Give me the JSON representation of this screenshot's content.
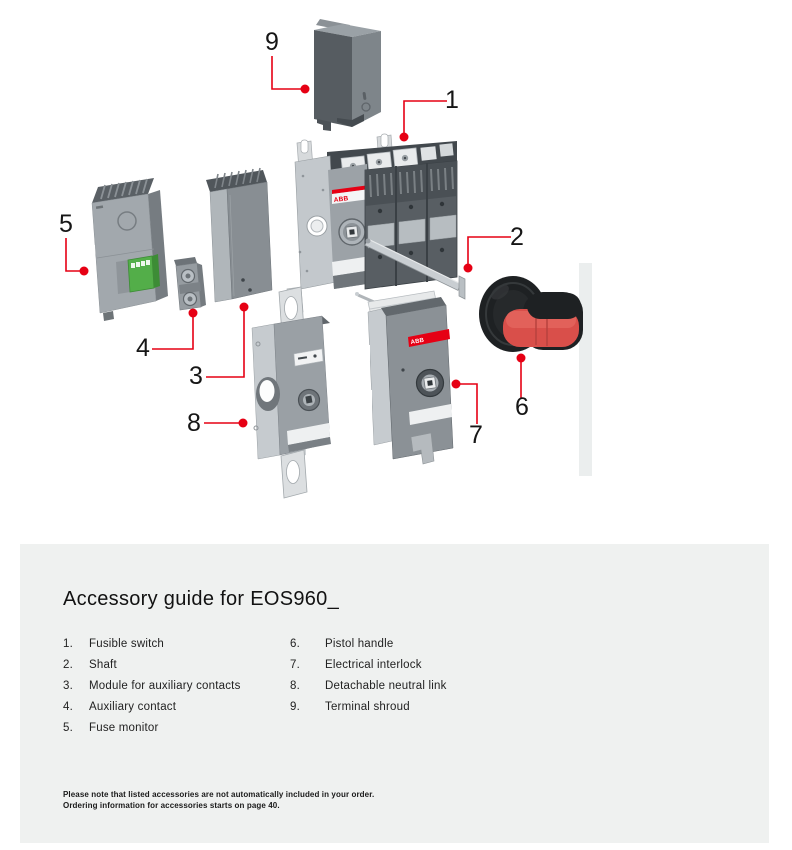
{
  "diagram": {
    "brand_label": "ABB",
    "accent_color": "#e60014",
    "callouts": [
      "1",
      "2",
      "3",
      "4",
      "5",
      "6",
      "7",
      "8",
      "9"
    ]
  },
  "panel": {
    "title": "Accessory guide for EOS960_",
    "items_left": [
      {
        "num": "1.",
        "label": "Fusible switch"
      },
      {
        "num": "2.",
        "label": "Shaft"
      },
      {
        "num": "3.",
        "label": "Module for auxiliary contacts"
      },
      {
        "num": "4.",
        "label": "Auxiliary contact"
      },
      {
        "num": "5.",
        "label": "Fuse monitor"
      }
    ],
    "items_right": [
      {
        "num": "6.",
        "label": "Pistol handle"
      },
      {
        "num": "7.",
        "label": "Electrical interlock"
      },
      {
        "num": "8.",
        "label": "Detachable neutral link"
      },
      {
        "num": "9.",
        "label": "Terminal shroud"
      }
    ],
    "note_lines": [
      "Please note that listed accessories are not automatically included in your order.",
      "Ordering information for accessories starts on page 40."
    ]
  }
}
